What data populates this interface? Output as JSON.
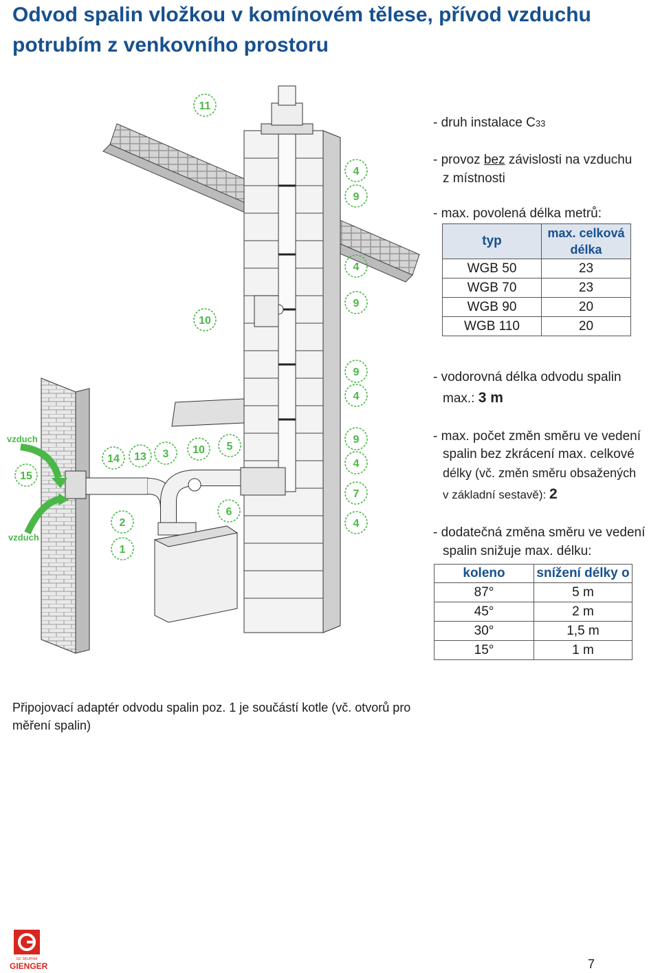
{
  "title": "Odvod spalin vložkou v komínovém tělese, přívod vzduchu potrubím z venkovního prostoru",
  "install_type": {
    "prefix": "- druh instalace C",
    "sub": "33"
  },
  "operation": {
    "prefix": "- provoz ",
    "underlined": "bez",
    "suffix": " závislosti na vzduchu",
    "line2": "z místnosti"
  },
  "max_length_heading": "- max. povolená délka metrů:",
  "length_table": {
    "headers": [
      "typ",
      "max. celková délka"
    ],
    "rows": [
      [
        "WGB 50",
        "23"
      ],
      [
        "WGB 70",
        "23"
      ],
      [
        "WGB 90",
        "20"
      ],
      [
        "WGB 110",
        "20"
      ]
    ]
  },
  "horizontal": {
    "line1": "- vodorovná délka odvodu spalin",
    "prefix": "max.: ",
    "value": "3 m"
  },
  "changes": {
    "line1": "- max. počet změn směru ve vedení",
    "line2": "spalin bez zkrácení max. celkové",
    "line3": "délky (vč. změn směru obsažených",
    "line4": "v základní sestavě): ",
    "value": "2"
  },
  "additional": {
    "line1": "- dodatečná změna směru ve vedení",
    "line2": "spalin snižuje max. délku:"
  },
  "elbow_table": {
    "headers": [
      "koleno",
      "snížení délky o"
    ],
    "rows": [
      [
        "87°",
        "5 m"
      ],
      [
        "45°",
        "2 m"
      ],
      [
        "30°",
        "1,5 m"
      ],
      [
        "15°",
        "1 m"
      ]
    ]
  },
  "footer_note": "Připojovací adaptér odvodu spalin poz. 1 je součástí kotle (vč. otvorů pro měření spalin)",
  "diagram": {
    "air_labels": [
      "vzduch",
      "vzduch"
    ],
    "callouts": [
      "11",
      "4",
      "9",
      "4",
      "9",
      "10",
      "9",
      "4",
      "9",
      "4",
      "7",
      "4",
      "5",
      "10",
      "3",
      "13",
      "14",
      "15",
      "2",
      "1",
      "6"
    ]
  },
  "logo": {
    "text": "GIENGER",
    "small": "GC SKUPINA"
  },
  "page_number": "7",
  "colors": {
    "title": "#17508f",
    "callout": "#4ab847",
    "header_bg": "#dde4ee",
    "logo_red": "#d7261e"
  }
}
